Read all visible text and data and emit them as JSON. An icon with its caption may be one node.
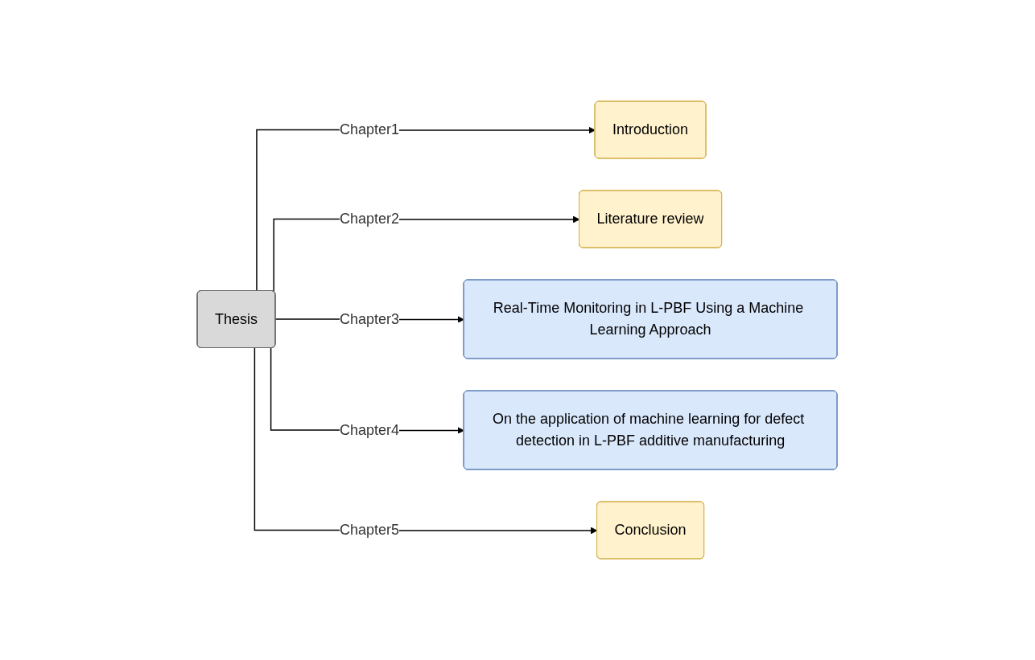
{
  "diagram": {
    "nodes": [
      {
        "text": [
          "Thesis"
        ]
      },
      {
        "text": [
          "Introduction"
        ]
      },
      {
        "text": [
          "Literature review"
        ]
      },
      {
        "text": [
          "Real-Time Monitoring in L-PBF Using a Machine Learning Approach"
        ]
      },
      {
        "text": [
          "On the application of machine learning for defect detection in L-PBF additive manufacturing"
        ]
      },
      {
        "text": [
          "Conclusion"
        ]
      }
    ],
    "edges": [
      {
        "from": 0,
        "to": 1,
        "arrow": "to",
        "label": "Chapter1"
      },
      {
        "from": 0,
        "to": 2,
        "arrow": "to",
        "label": "Chapter2"
      },
      {
        "from": 0,
        "to": 3,
        "arrow": "to",
        "label": "Chapter3"
      },
      {
        "from": 0,
        "to": 4,
        "arrow": "to",
        "label": "Chapter4"
      },
      {
        "from": 0,
        "to": 5,
        "arrow": "to",
        "label": "Chapter5"
      }
    ]
  }
}
